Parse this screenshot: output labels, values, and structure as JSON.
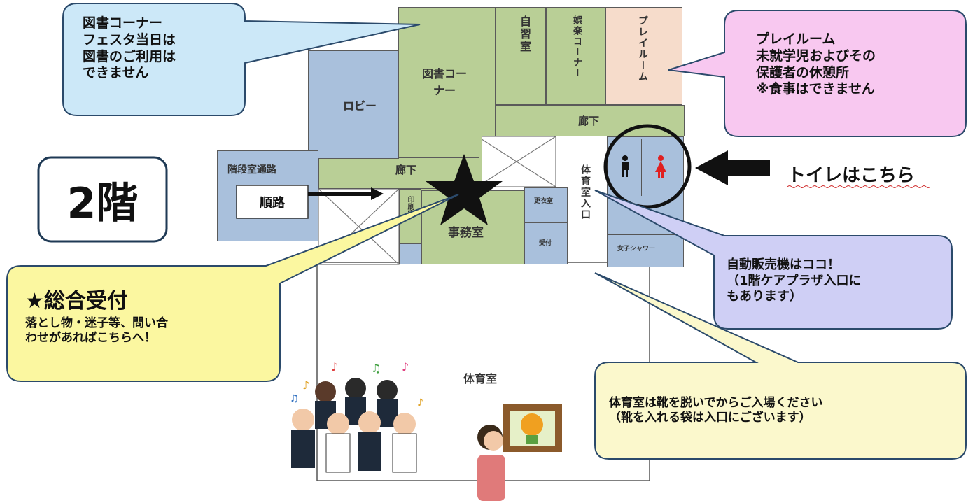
{
  "floor_label": "2階",
  "rooms": {
    "library": "図書コー\nナー",
    "lobby": "ロビー",
    "study": "自習室",
    "entertainment": "娯楽コーナー",
    "playroom": "プレイルーム",
    "corridor_upper": "廊下",
    "corridor_left": "廊下",
    "stair_passage": "階段室通路",
    "route": "順路",
    "small_room": "印刷室",
    "office": "事務室",
    "changing": "更衣室",
    "reception_small": "受付",
    "gym_entrance": "体育室入口",
    "womens_shower": "女子シャワー",
    "gym": "体育室"
  },
  "callouts": {
    "library": [
      "図書コーナー",
      "フェスタ当日は",
      "図書のご利用は",
      "できません"
    ],
    "playroom": [
      "プレイルーム",
      "未就学児およびその",
      "保護者の休憩所",
      "※食事はできません"
    ],
    "reception_title": "★総合受付",
    "reception_body": [
      "落とし物・迷子等、問い合",
      "わせがあればこちらへ！"
    ],
    "vending": [
      "自動販売機はココ！",
      "（1階ケアプラザ入口に",
      "もあります）"
    ],
    "gym": [
      "体育室は靴を脱いでからご入場ください",
      "（靴を入れる袋は入口にございます）"
    ]
  },
  "toilet_label": "トイレはこちら",
  "colors": {
    "room_green": "#b9cf96",
    "room_blue": "#a9c0dc",
    "room_pink": "#f6dccb",
    "callout_blue": "#cce8f8",
    "callout_pink": "#f8c8f0",
    "callout_yellow": "#fbf7a0",
    "callout_cream": "#fbf8cc",
    "callout_lavender": "#cfcff5"
  }
}
